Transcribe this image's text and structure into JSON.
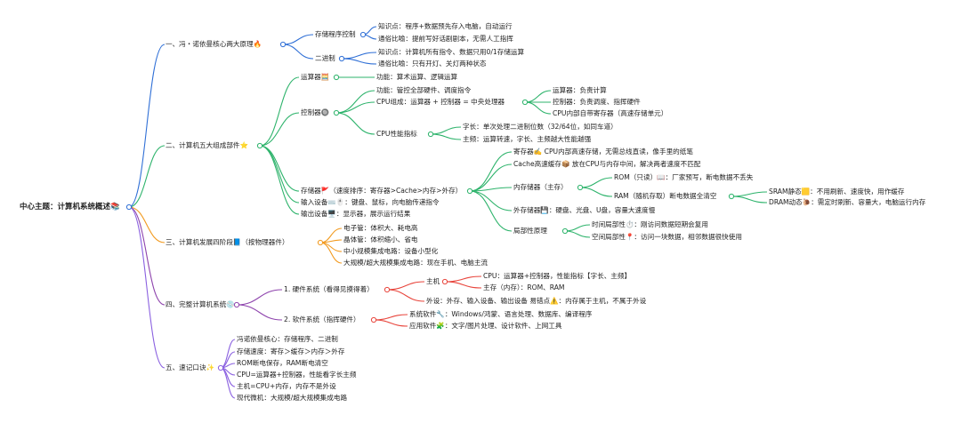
{
  "colors": {
    "blue": "#2f6fd6",
    "green": "#2db36b",
    "orange": "#f29a1f",
    "purple": "#8e44ad",
    "red": "#e8453c",
    "violet": "#8a60e0"
  },
  "root": "中心主题：计算机系统概述📚",
  "b1": {
    "title": "一、冯・诺依曼核心两大原理🔥",
    "c1": "存储程序控制",
    "c1a": "知识点：程序+数据预先存入电脑，自动运行",
    "c1b": "通俗比喻：提前写好话剧剧本，无需人工指挥",
    "c2": "二进制",
    "c2a": "知识点：计算机所有指令、数据只用0/1存储运算",
    "c2b": "通俗比喻：只有开灯、关灯两种状态"
  },
  "b2": {
    "title": "二、计算机五大组成部件⭐",
    "alu": "运算器🧮",
    "alu_fn": "功能：算术运算、逻辑运算",
    "ctrl": "控制器🔘",
    "ctrl_fn": "功能：管控全部硬件、调度指令",
    "cpu": "CPU组成：运算器 + 控制器 = 中央处理器",
    "cpu_a": "运算器：负责计算",
    "cpu_b": "控制器：负责调度、指挥硬件",
    "cpu_c": "CPU内部自带寄存器（高速存储单元）",
    "perf": "CPU性能指标",
    "perf_a": "字长：单次处理二进制位数（32/64位，如同车道）",
    "perf_b": "主频：运算转速，字长、主频越大性能越强",
    "mem": "存储器🚩（速度排序：寄存器>Cache>内存>外存）",
    "reg": "寄存器✍️ CPU内部高速存储，无需总线直读，像手里的纸笔",
    "cache": "Cache高速缓存📦 放在CPU与内存中间，解决两者速度不匹配",
    "main": "内存储器（主存）",
    "rom": "ROM（只读）📖：厂家预写，断电数据不丢失",
    "ram": "RAM（随机存取）断电数据全清空",
    "sram": "SRAM静态🟨：不用刷新、速度快，用作缓存",
    "dram": "DRAM动态🐌：需定时刷新、容量大，电脑运行内存",
    "ext": "外存储器💾：硬盘、光盘、U盘，容量大速度慢",
    "local": "局部性原理",
    "local_a": "时间局部性⏱️：刚访问数据短期会复用",
    "local_b": "空间局部性📍：访问一块数据，相邻数据很快使用",
    "input": "输入设备⌨️🖱️：键盘、鼠标，向电脑传递指令",
    "output": "输出设备🖥️：显示器，展示运行结果"
  },
  "b3": {
    "title": "三、计算机发展四阶段📘（按物理器件）",
    "i1": "电子管：体积大、耗电高",
    "i2": "晶体管：体积缩小、省电",
    "i3": "中小规模集成电路：设备小型化",
    "i4": "大规模/超大规模集成电路：现在手机、电脑主流"
  },
  "b4": {
    "title": "四、完整计算机系统💿",
    "hw": "1. 硬件系统（看得见摸得着）",
    "host": "主机",
    "cpu": "CPU：运算器+控制器，性能指标【字长、主频】",
    "mem": "主存（内存）：ROM、RAM",
    "periph": "外设：外存、输入设备、输出设备 易错点⚠️：内存属于主机，不属于外设",
    "sw": "2. 软件系统（指挥硬件）",
    "sys": "系统软件🔧：Windows/鸿蒙、语言处理、数据库、编译程序",
    "app": "应用软件🧩：文字/图片处理、设计软件、上网工具"
  },
  "b5": {
    "title": "五、速记口诀✨",
    "items": [
      "冯诺依曼核心：存储程序、二进制",
      "存储速度：寄存＞缓存＞内存＞外存",
      "ROM断电保存，RAM断电清空",
      "CPU=运算器+控制器，性能看字长主频",
      "主机=CPU+内存，内存不是外设",
      "现代微机：大规模/超大规模集成电路"
    ]
  }
}
